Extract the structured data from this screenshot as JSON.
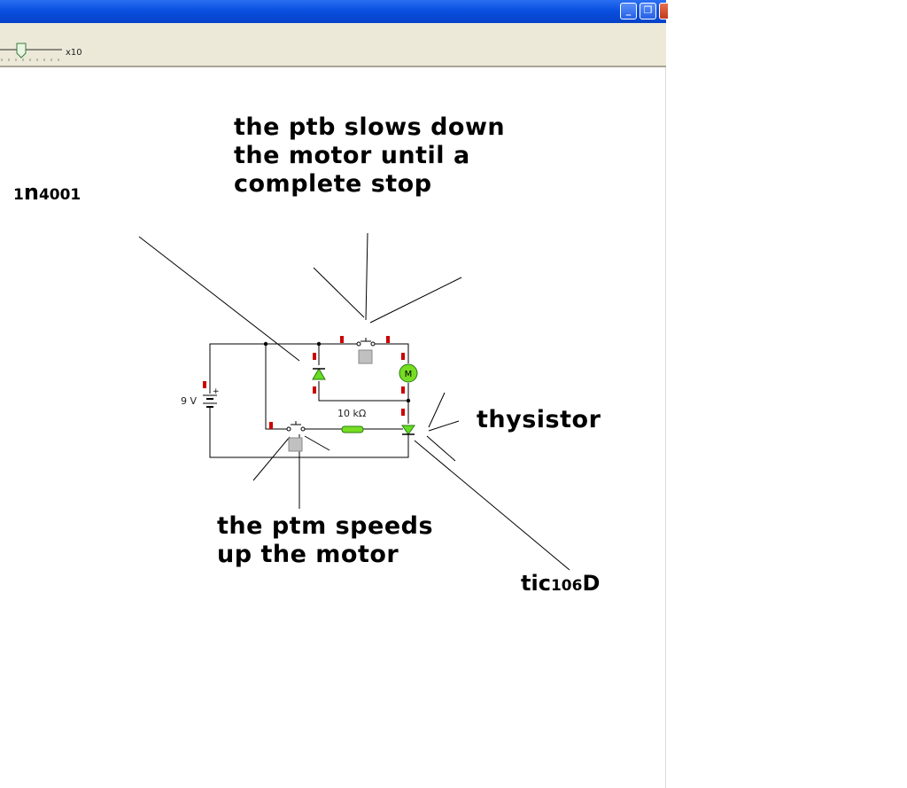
{
  "window": {
    "zoom_label": "x10"
  },
  "annotations": {
    "ptb_note": "the ptb slows down\nthe motor until a\ncomplete stop",
    "ptm_note": "the ptm speeds\nup the motor",
    "thyristor_note": "thysistor",
    "diode_part": {
      "prefix": "1",
      "mid": "n",
      "suffix": "4001"
    },
    "scr_part": {
      "prefix": "tic",
      "mid": "106",
      "suffix": "D"
    }
  },
  "components": {
    "battery_label": "9 V",
    "resistor_label": "10 kΩ",
    "motor_symbol": "M",
    "battery_plus": "+"
  },
  "colors": {
    "wire": "#000000",
    "terminal": "#cc0000",
    "diode_fill": "#66dd22",
    "motor_fill": "#77dd22",
    "resistor_fill": "#77dd22",
    "switch_handle": "#c0c0c0"
  }
}
